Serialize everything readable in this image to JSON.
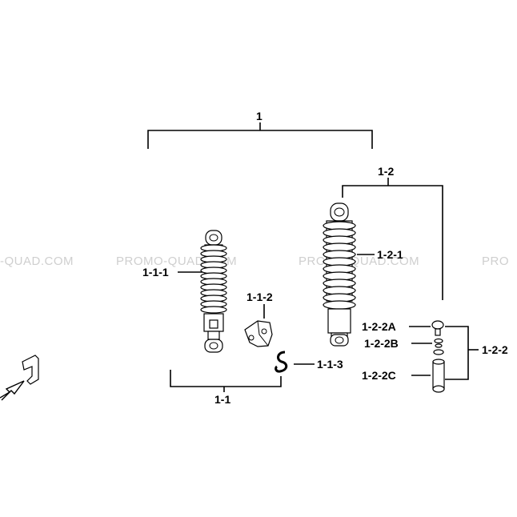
{
  "watermark": {
    "segments": [
      "-QUAD.COM",
      "PROMO-QUAD.COM",
      "PROMO-QUAD.COM",
      "PRO"
    ]
  },
  "labels": {
    "assembly": "1",
    "front_shock": "1-1",
    "front_shock_body": "1-1-1",
    "bracket": "1-1-2",
    "clip": "1-1-3",
    "rear_shock": "1-2",
    "rear_shock_body": "1-2-1",
    "adjuster_kit": "1-2-2",
    "adjuster_a": "1-2-2A",
    "adjuster_b": "1-2-2B",
    "adjuster_c": "1-2-2C"
  },
  "icons": {
    "orientation": "arrow-icon"
  }
}
